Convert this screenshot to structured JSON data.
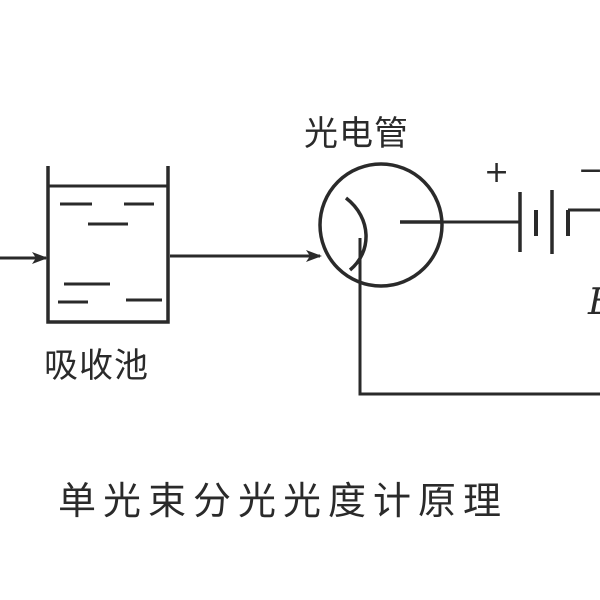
{
  "labels": {
    "phototube": "光电管",
    "absorption_cell": "吸收池",
    "caption": "单光束分光光度计原理",
    "battery_plus": "+",
    "battery_minus": "−",
    "partial_label": "E"
  },
  "colors": {
    "ink": "#2a2a2a",
    "background": "#ffffff"
  }
}
